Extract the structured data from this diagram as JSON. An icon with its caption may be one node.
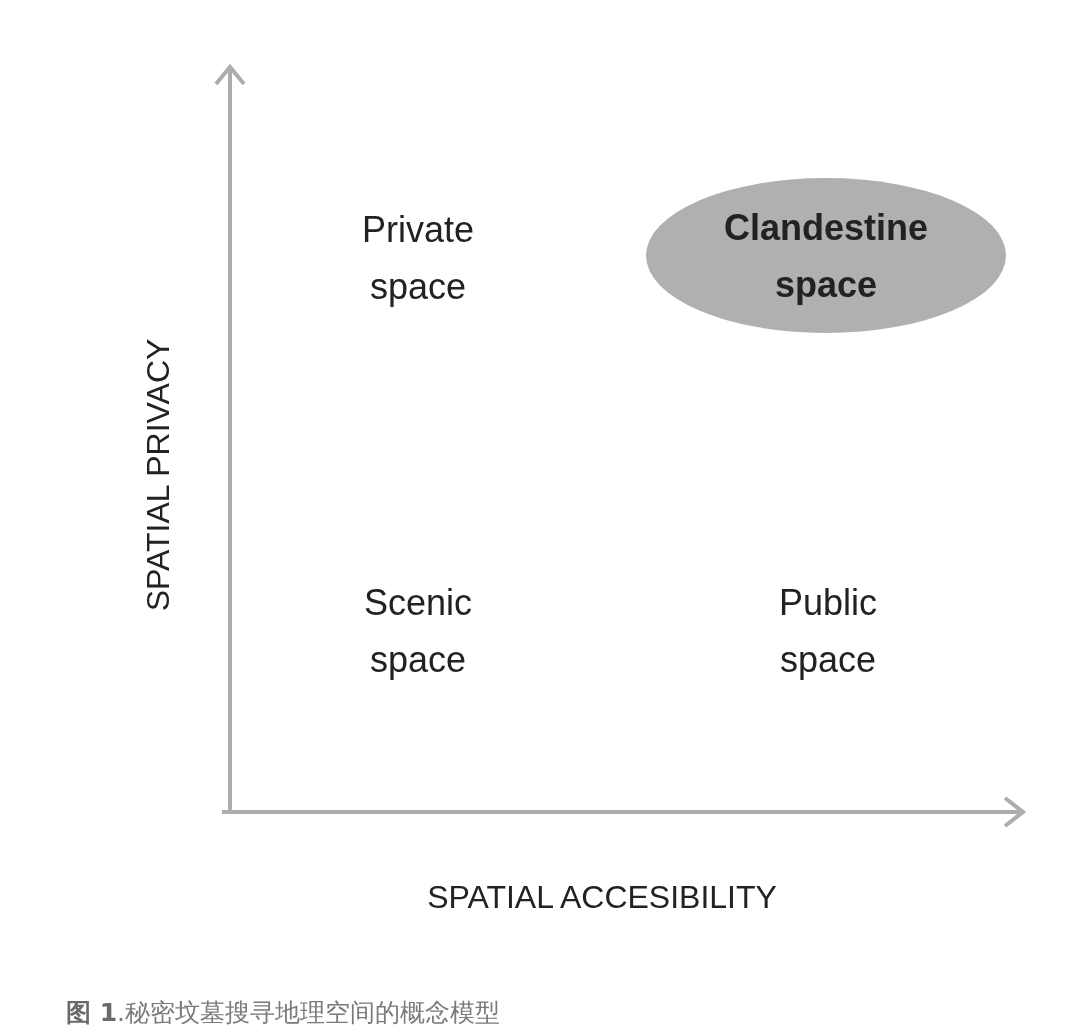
{
  "diagram": {
    "caption": "**图 1**.秘密坟墓搜寻地理空间的概念模型",
    "nodes": [
      {
        "text": [
          "Clandestine space"
        ]
      }
    ],
    "labels": [
      "Private space",
      "SPATIAL PRIVACY",
      "Scenic space",
      "Public space",
      "SPATIAL ACCESIBILITY"
    ]
  }
}
